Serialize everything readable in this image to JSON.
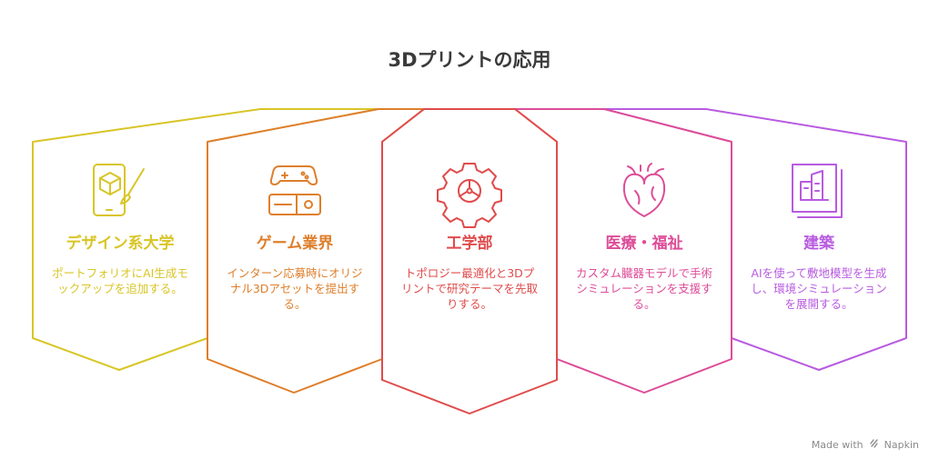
{
  "title": "3Dプリントの応用",
  "panels": [
    {
      "heading": "デザイン系大学",
      "description": "ポートフォリオにAI生成モックアップを追加する。",
      "icon": "phone-cube-brush-icon",
      "color": "#d8c526"
    },
    {
      "heading": "ゲーム業界",
      "description": "インターン応募時にオリジナル3Dアセットを提出する。",
      "icon": "gamepad-console-icon",
      "color": "#de7f2c"
    },
    {
      "heading": "工学部",
      "description": "トポロジー最適化と3Dプリントで研究テーマを先取りする。",
      "icon": "gear-icon",
      "color": "#e04b4b"
    },
    {
      "heading": "医療・福祉",
      "description": "カスタム臓器モデルで手術シミュレーションを支援する。",
      "icon": "heart-organ-icon",
      "color": "#dd4c98"
    },
    {
      "heading": "建築",
      "description": "AIを使って敷地模型を生成し、環境シミュレーションを展開する。",
      "icon": "building-plans-icon",
      "color": "#b85be0"
    }
  ],
  "watermark": {
    "made_with": "Made with",
    "brand": "Napkin"
  }
}
